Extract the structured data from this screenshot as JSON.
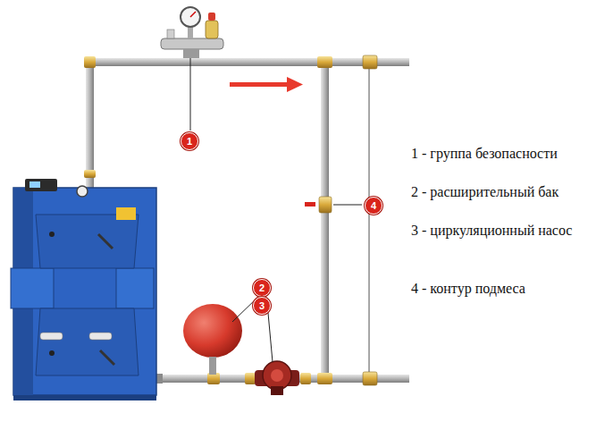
{
  "diagram": {
    "nodes": [
      {
        "text": [
          "1"
        ]
      },
      {
        "text": [
          "2"
        ]
      },
      {
        "text": [
          "3"
        ]
      },
      {
        "text": [
          "4"
        ]
      }
    ],
    "labels": [
      "1 - группа безопасности",
      "2 - расширительный бак",
      "3 - циркуляционный насос",
      "4 - контур подмеса"
    ]
  }
}
